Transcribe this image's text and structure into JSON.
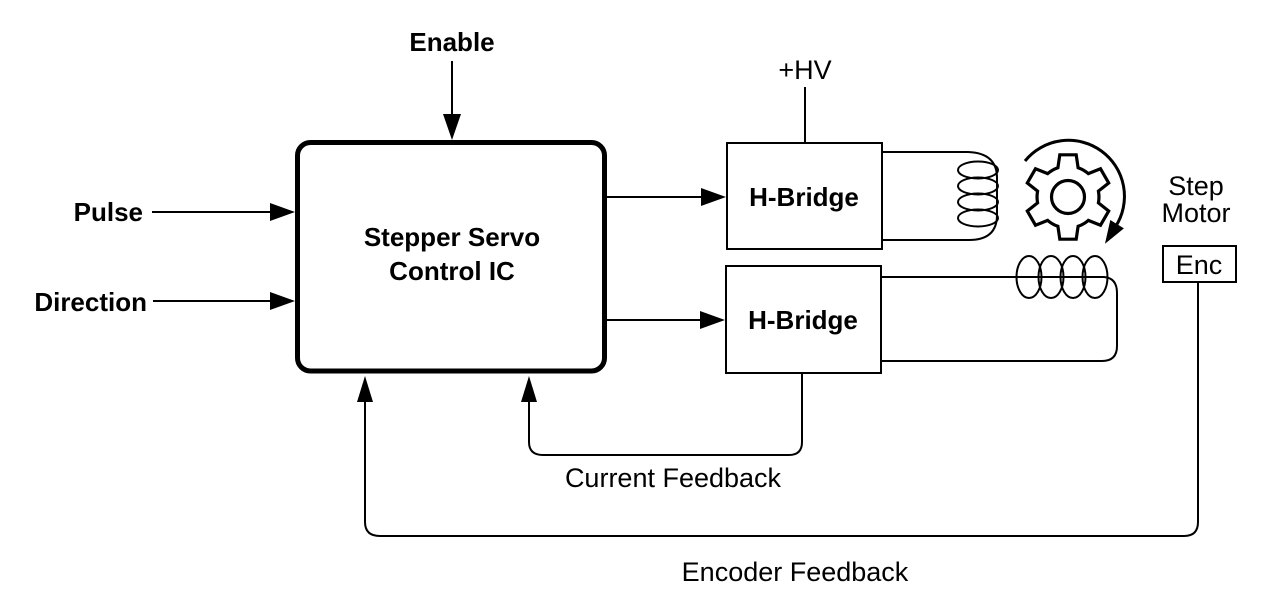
{
  "diagram": {
    "inputs": {
      "enable_label": "Enable",
      "pulse_label": "Pulse",
      "direction_label": "Direction"
    },
    "controller": {
      "label_line1": "Stepper Servo",
      "label_line2": "Control IC"
    },
    "h_bridge_top": {
      "label": "H-Bridge"
    },
    "h_bridge_bottom": {
      "label": "H-Bridge"
    },
    "power": {
      "label": "+HV"
    },
    "motor": {
      "label_line1": "Step",
      "label_line2": "Motor",
      "encoder_label": "Enc"
    },
    "feedback": {
      "current_label": "Current Feedback",
      "encoder_label": "Encoder Feedback"
    },
    "icons": {
      "gear": "gear-icon",
      "rotation": "rotation-arrow-icon",
      "coil_vertical": "winding-a-coil-icon",
      "coil_horizontal": "winding-b-coil-icon"
    },
    "colors": {
      "line": "#000000",
      "background": "#ffffff"
    }
  }
}
